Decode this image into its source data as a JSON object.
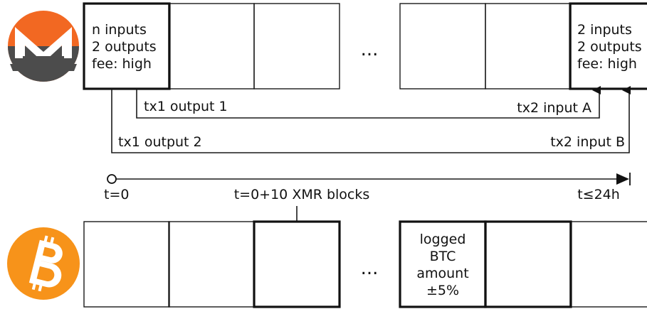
{
  "monero": {
    "logo_icon": "monero-logo-icon",
    "brand_color": "#f26822",
    "dark_color": "#4c4c4c",
    "first_block": [
      "n inputs",
      "2 outputs",
      "fee: high"
    ],
    "last_block": [
      "2 inputs",
      "2 outputs",
      "fee: high"
    ],
    "ellipsis": "..."
  },
  "arrows": {
    "tx1_output_1": "tx1 output 1",
    "tx1_output_2": "tx1 output 2",
    "tx2_input_a": "tx2 input A",
    "tx2_input_b": "tx2 input B"
  },
  "timeline": {
    "start": "t=0",
    "middle": "t=0+10 XMR blocks",
    "end": "t≤24h"
  },
  "bitcoin": {
    "logo_icon": "bitcoin-logo-icon",
    "brand_color": "#f7931a",
    "logged_block": [
      "logged",
      "BTC",
      "amount",
      "±5%"
    ],
    "ellipsis": "..."
  }
}
